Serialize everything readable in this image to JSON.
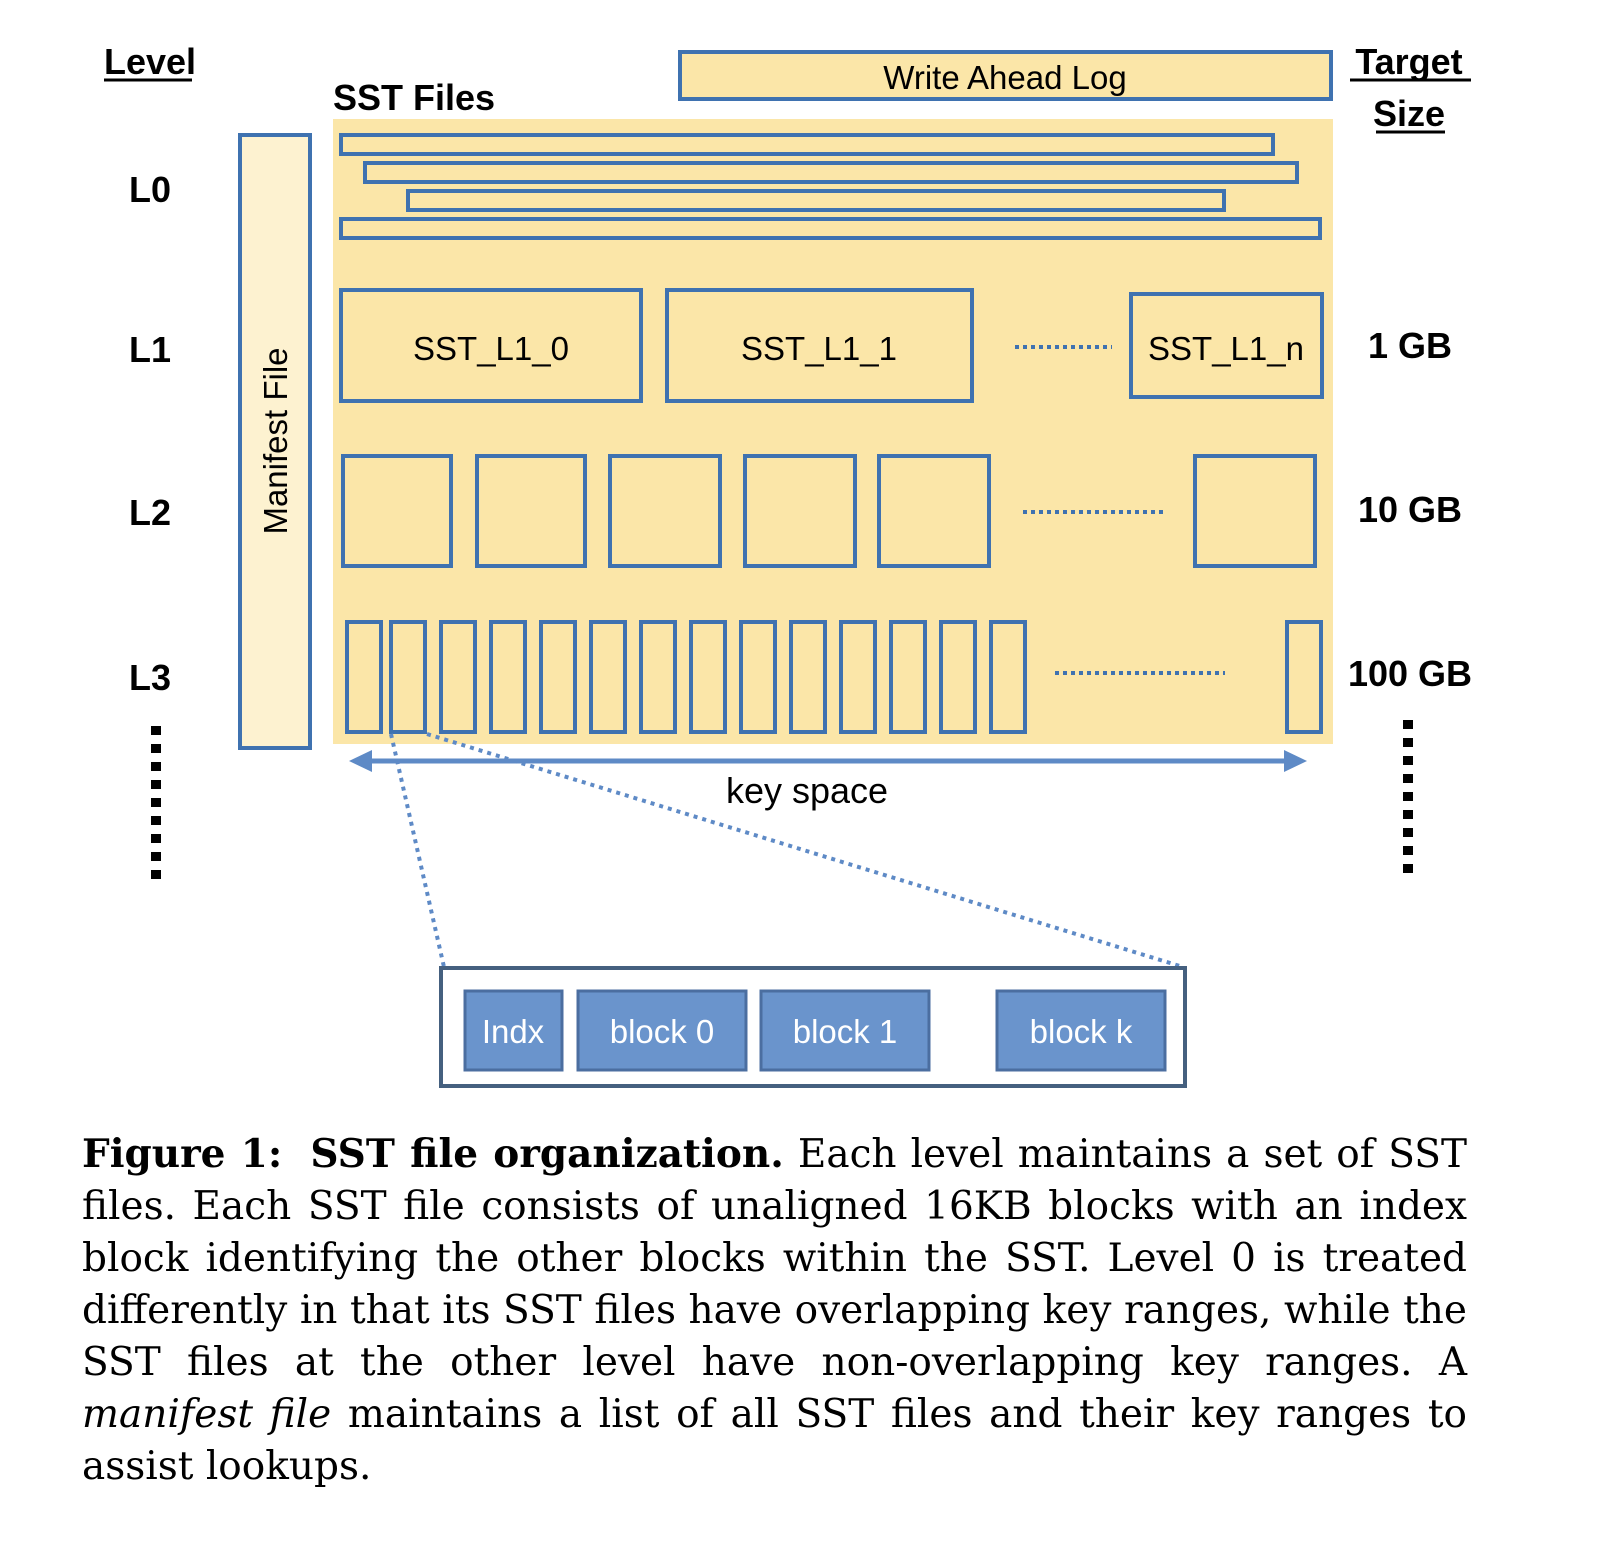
{
  "figure": {
    "level_header": "Level",
    "sst_files_label": "SST Files",
    "wal_label": "Write Ahead Log",
    "target_header_line1": "Target",
    "target_header_line2": "Size",
    "manifest_label": "Manifest File",
    "levels": [
      "L0",
      "L1",
      "L2",
      "L3"
    ],
    "target_sizes": [
      "1 GB",
      "10 GB",
      "100 GB"
    ],
    "l1_files": [
      "SST_L1_0",
      "SST_L1_1",
      "SST_L1_n"
    ],
    "key_space_label": "key space",
    "sst_blocks": [
      "Indx",
      "block 0",
      "block 1",
      "block k"
    ],
    "colors": {
      "fill_light": "#FBE6A8",
      "fill_pale": "#FDF2D0",
      "border_blue": "#3F72B0",
      "block_fill": "#6A94CC",
      "block_border": "#4B6EA0",
      "container_border": "#45607F",
      "dotted": "#5E8AC6"
    }
  },
  "caption": {
    "label": "Figure 1:",
    "title": "SST file organization.",
    "text_before_italic": "Each level maintains a set of SST files. Each SST file consists of unaligned 16KB blocks with an index block identifying the other blocks within the SST. Level 0 is treated differently in that its SST files have overlapping key ranges, while the SST files at the other level have non-overlapping key ranges. A",
    "italic": "manifest file",
    "text_after_italic": "maintains a list of all SST files and their key ranges to assist lookups."
  }
}
